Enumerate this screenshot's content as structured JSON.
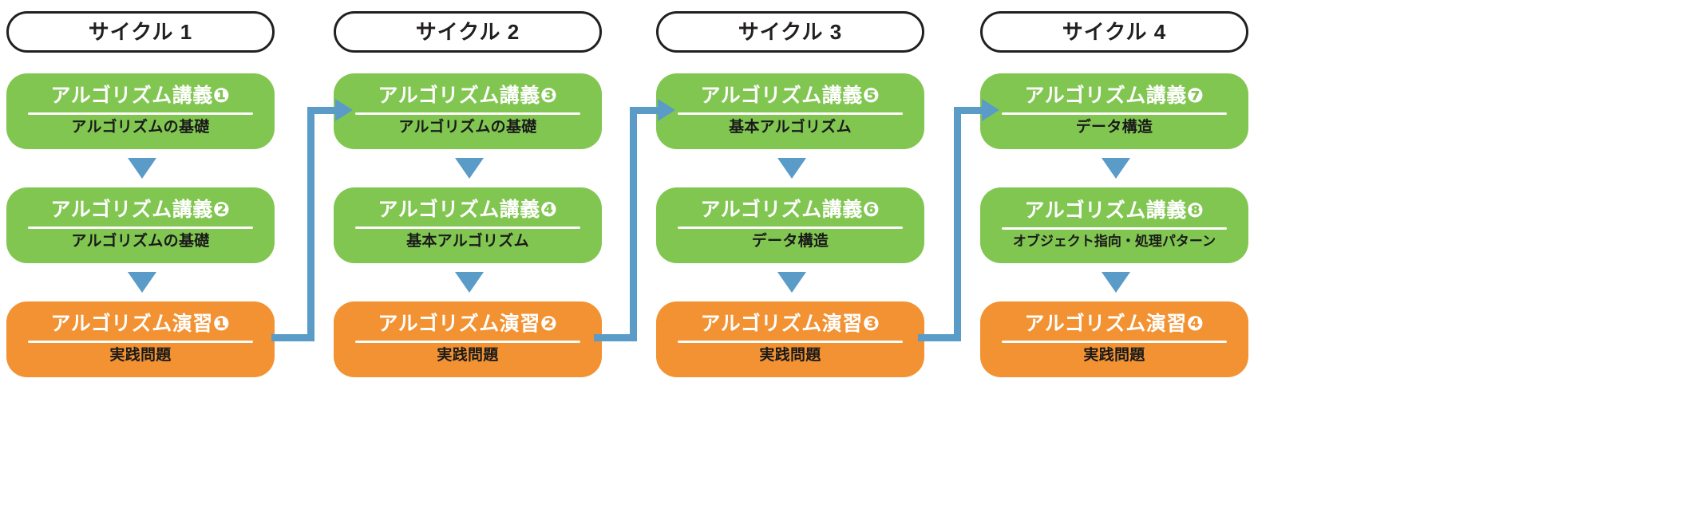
{
  "diagram": {
    "title_text": "",
    "colors": {
      "lecture": "#82c652",
      "exercise": "#f29232",
      "connector": "#5a9bc8",
      "header_border": "#231f20",
      "background": "#ffffff"
    },
    "cycles": [
      {
        "header": "サイクル 1",
        "nodes": [
          {
            "type": "lecture",
            "title": "アルゴリズム講義❶",
            "sub": "アルゴリズムの基礎"
          },
          {
            "type": "lecture",
            "title": "アルゴリズム講義❷",
            "sub": "アルゴリズムの基礎"
          },
          {
            "type": "exercise",
            "title": "アルゴリズム演習❶",
            "sub": "実践問題"
          }
        ]
      },
      {
        "header": "サイクル 2",
        "nodes": [
          {
            "type": "lecture",
            "title": "アルゴリズム講義❸",
            "sub": "アルゴリズムの基礎"
          },
          {
            "type": "lecture",
            "title": "アルゴリズム講義❹",
            "sub": "基本アルゴリズム"
          },
          {
            "type": "exercise",
            "title": "アルゴリズム演習❷",
            "sub": "実践問題"
          }
        ]
      },
      {
        "header": "サイクル 3",
        "nodes": [
          {
            "type": "lecture",
            "title": "アルゴリズム講義❺",
            "sub": "基本アルゴリズム"
          },
          {
            "type": "lecture",
            "title": "アルゴリズム講義❻",
            "sub": "データ構造"
          },
          {
            "type": "exercise",
            "title": "アルゴリズム演習❸",
            "sub": "実践問題"
          }
        ]
      },
      {
        "header": "サイクル 4",
        "nodes": [
          {
            "type": "lecture",
            "title": "アルゴリズム講義❼",
            "sub": "データ構造"
          },
          {
            "type": "lecture",
            "title": "アルゴリズム講義❽",
            "sub": "オブジェクト指向・処理パターン"
          },
          {
            "type": "exercise",
            "title": "アルゴリズム演習❹",
            "sub": "実践問題"
          }
        ]
      }
    ],
    "icons": {
      "down_arrow": "down-triangle-icon",
      "connector_arrow": "right-arrow-icon"
    }
  }
}
